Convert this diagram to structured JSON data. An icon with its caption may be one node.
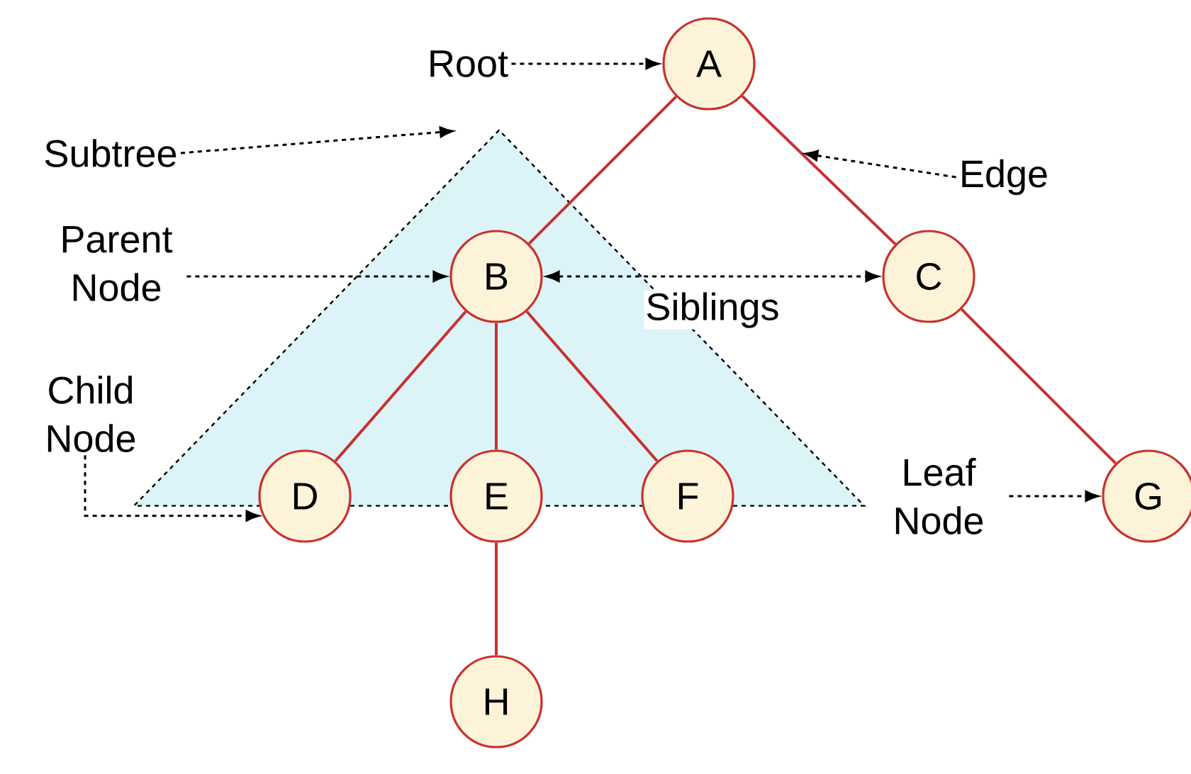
{
  "diagram": {
    "nodes": [
      {
        "text": [
          "Root"
        ]
      },
      {
        "text": [
          "A"
        ]
      },
      {
        "text": [
          "Subtree"
        ]
      },
      {
        "text": [],
        "shape": "triangle"
      },
      {
        "text": [
          "B"
        ],
        "in": 3
      },
      {
        "text": [
          "Edge"
        ]
      },
      {
        "text": [
          "Parent Node"
        ]
      },
      {
        "text": [
          "C"
        ]
      },
      {
        "text": [
          "Child Node"
        ]
      },
      {
        "text": [
          "D"
        ],
        "in": 3
      },
      {
        "text": [
          "E"
        ],
        "in": 3
      },
      {
        "text": [
          "F"
        ],
        "in": 3
      },
      {
        "text": [
          "Leaf Node"
        ]
      },
      {
        "text": [
          "G"
        ]
      },
      {
        "text": [
          "H"
        ]
      }
    ],
    "edges": [
      {
        "from": 1,
        "to": 4,
        "arrow": "none",
        "color": "#c8312f"
      },
      {
        "from": 1,
        "to": 7,
        "arrow": "none",
        "color": "#c8312f"
      },
      {
        "from": 4,
        "to": 9,
        "arrow": "none",
        "color": "#c8312f"
      },
      {
        "from": 4,
        "to": 10,
        "arrow": "none",
        "color": "#c8312f"
      },
      {
        "from": 4,
        "to": 11,
        "arrow": "none",
        "color": "#c8312f"
      },
      {
        "from": 7,
        "to": 13,
        "arrow": "none",
        "color": "#c8312f"
      },
      {
        "from": 10,
        "to": 14,
        "arrow": "none",
        "color": "#c8312f"
      },
      {
        "from": 0,
        "to": 1,
        "arrow": "to",
        "style": "dashed",
        "color": "#000000"
      },
      {
        "from": 2,
        "to": 3,
        "arrow": "to",
        "style": "dashed",
        "color": "#000000"
      },
      {
        "from": 6,
        "to": 4,
        "arrow": "to",
        "style": "dashed",
        "color": "#000000"
      },
      {
        "from": 5,
        "to": null,
        "arrow": "to",
        "style": "dashed",
        "color": "#000000"
      },
      {
        "from": 4,
        "to": 7,
        "arrow": "both",
        "style": "dashed",
        "label": "Siblings",
        "color": "#000000"
      },
      {
        "from": 8,
        "to": 9,
        "arrow": "to",
        "style": "dashed",
        "color": "#000000"
      },
      {
        "from": 12,
        "to": 13,
        "arrow": "to",
        "style": "dashed",
        "color": "#000000"
      }
    ]
  }
}
